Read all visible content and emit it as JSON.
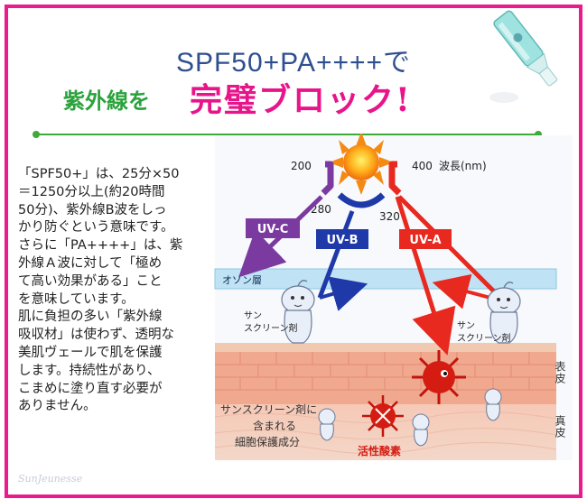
{
  "header": {
    "line1": "SPF50+PA++++で",
    "line2_green": "紫外線を",
    "line2_pink": "完璧ブロック!"
  },
  "body_text": [
    "「SPF50+」は、25分×50",
    "＝1250分以上(約20時間",
    "50分)、紫外線B波をしっ",
    "かり防ぐという意味です。",
    "さらに「PA++++」は、紫",
    "外線Ａ波に対して「極め",
    "て高い効果がある」こと",
    "を意味しています。",
    "肌に負担の多い「紫外線",
    "吸収材」は使わず、透明な",
    "美肌ヴェールで肌を保護",
    "します。持続性があり、",
    "こまめに塗り直す必要が",
    "ありません。"
  ],
  "diagram": {
    "wavelength_200": "200",
    "wavelength_280": "280",
    "wavelength_320": "320",
    "wavelength_400": "400",
    "wavelength_unit": "波長(nm)",
    "uvc_label": "UV-C",
    "uvb_label": "UV-B",
    "uva_label": "UV-A",
    "ozone_label": "オゾン層",
    "sunscreen_left_1": "サン",
    "sunscreen_left_2": "スクリーン剤",
    "sunscreen_right_1": "サン",
    "sunscreen_right_2": "スクリーン剤",
    "protect_1": "サンスクリーン剤に",
    "protect_2": "含まれる",
    "protect_3": "細胞保護成分",
    "radical_label": "活性酸素",
    "epidermis_label": "表皮",
    "dermis_label": "真皮"
  },
  "watermark": "SunJeunesse",
  "colors": {
    "border": "#ea1b8c",
    "uvc": "#7b3aa0",
    "uvb": "#1f3aa8",
    "uva": "#e8291f",
    "headline_blue": "#2f4f8f",
    "headline_green": "#2aa33c",
    "headline_pink": "#e8158a"
  }
}
